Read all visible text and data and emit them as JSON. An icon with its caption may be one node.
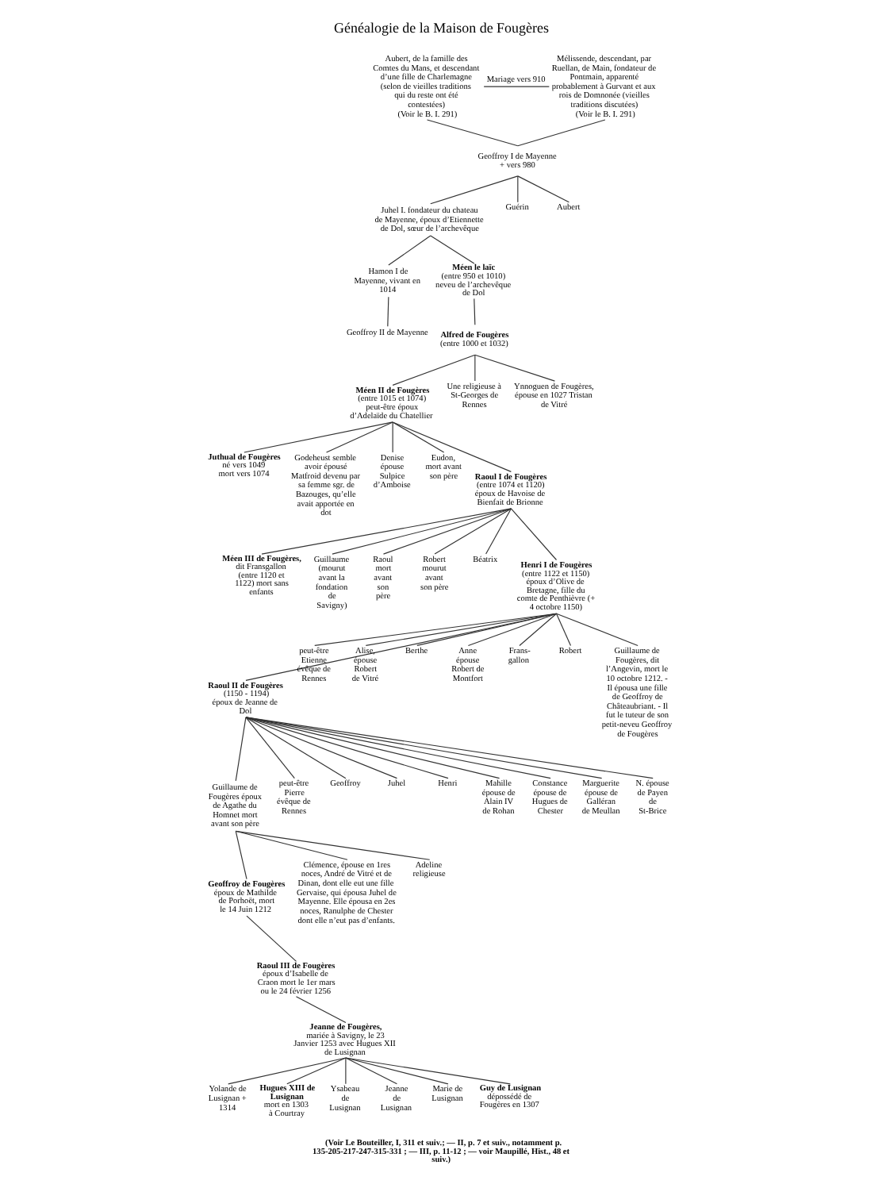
{
  "diagram": {
    "title": "Généalogie de la Maison de Fougères",
    "caption": "(Voir Le Bouteiller, I, 311 et suiv.; — II, p. 7 et suiv., notamment p. 135-205-217-247-315-331 ; — III, p. 11-12 ; — voir Maupillé, Hist., 48 et suiv.)",
    "nodes": [
      {
        "text": [
          "Aubert, de la famille des Comtes du Mans, et descendant d’une fille de Charlemagne (selon de vieilles traditions qui du reste ont été contestées)",
          "(Voir le B. I. 291)"
        ]
      },
      {
        "text": [
          "Mélissende, descendant, par Ruellan, de Main, fondateur de Pontmain, apparenté probablement à Gurvant et aux rois de Domnonée (vieilles traditions discutées)",
          "(Voir le B. I. 291)"
        ]
      },
      {
        "text": [
          "Geoffroy I de Mayenne + vers 980"
        ]
      },
      {
        "text": [
          "Juhel I. fondateur du chateau de Mayenne, époux d’Etiennette de Dol, sœur de l’archevêque"
        ]
      },
      {
        "text": [
          "Guérin"
        ]
      },
      {
        "text": [
          "Aubert"
        ]
      },
      {
        "text": [
          "Hamon I de Mayenne, vivant en 1014"
        ]
      },
      {
        "text": [
          "Méen le laïc",
          "(entre 950 et 1010) neveu de l’archevêque de Dol"
        ]
      },
      {
        "text": [
          "Geoffroy II de Mayenne"
        ]
      },
      {
        "text": [
          "Alfred de Fougères",
          "(entre 1000 et 1032)"
        ]
      },
      {
        "text": [
          "Méen II de Fougères",
          "(entre 1015 et 1074) peut-être époux d’Adelaïde du Chatellier"
        ]
      },
      {
        "text": [
          "Une religieuse à St-Georges de Rennes"
        ]
      },
      {
        "text": [
          "Ynnoguen de Fougères, épouse en 1027 Tristan de Vitré"
        ]
      },
      {
        "text": [
          "Juthual de Fougères",
          "né vers 1049 mort vers 1074"
        ]
      },
      {
        "text": [
          "Godeheust semble avoir épousé Matfroid devenu par sa femme sgr. de Bazouges, qu’elle avait apportée en dot"
        ]
      },
      {
        "text": [
          "Denise épouse Sulpice d’Amboise"
        ]
      },
      {
        "text": [
          "Eudon, mort avant son père"
        ]
      },
      {
        "text": [
          "Raoul I de Fougères",
          "(entre 1074 et 1120) époux de Havoise de Bienfait de Brionne"
        ]
      },
      {
        "text": [
          "Méen III de Fougères,",
          "dit Fransgallon (entre 1120 et 1122) mort sans enfants"
        ]
      },
      {
        "text": [
          "Guillaume (mourut avant la fondation de Savigny)"
        ]
      },
      {
        "text": [
          "Raoul mort avant son père"
        ]
      },
      {
        "text": [
          "Robert mourut avant son père"
        ]
      },
      {
        "text": [
          "Béatrix"
        ]
      },
      {
        "text": [
          "Henri I de Fougères",
          "(entre 1122 et 1150) époux d’Olive de Bretagne, fille du comte de Penthièvre (+ 4 octobre 1150)"
        ]
      },
      {
        "text": [
          "Raoul II de Fougères",
          "(1150 - 1194) époux de Jeanne de Dol"
        ]
      },
      {
        "text": [
          "peut-être Etienne évêque de Rennes"
        ]
      },
      {
        "text": [
          "Alise, épouse Robert de Vitré"
        ]
      },
      {
        "text": [
          "Berthe"
        ]
      },
      {
        "text": [
          "Anne épouse Robert de Montfort"
        ]
      },
      {
        "text": [
          "Frans- gallon"
        ]
      },
      {
        "text": [
          "Robert"
        ]
      },
      {
        "text": [
          "Guillaume de Fougères, dit l’Angevin, mort le 10 octobre 1212. - Il épousa une fille de Geoffroy de Châteaubriant. - Il fut le tuteur de son petit-neveu Geoffroy de Fougères"
        ]
      },
      {
        "text": [
          "Guillaume de Fougères époux de Agathe du Homnet mort avant son père"
        ]
      },
      {
        "text": [
          "peut-être Pierre évêque de Rennes"
        ]
      },
      {
        "text": [
          "Geoffroy"
        ]
      },
      {
        "text": [
          "Juhel"
        ]
      },
      {
        "text": [
          "Henri"
        ]
      },
      {
        "text": [
          "Mahille épouse de Alain IV de Rohan"
        ]
      },
      {
        "text": [
          "Constance épouse de Hugues de Chester"
        ]
      },
      {
        "text": [
          "Marguerite épouse de Galléran de Meullan"
        ]
      },
      {
        "text": [
          "N. épouse de Payen de St-Brice"
        ]
      },
      {
        "text": [
          "Geoffroy de Fougères",
          "époux de Mathilde de Porhoët, mort le 14 Juin 1212"
        ]
      },
      {
        "text": [
          "Clémence, épouse en 1res noces, André de Vitré et de Dinan, dont elle eut une fille Gervaise, qui épousa Juhel de Mayenne. Elle épousa en 2es noces, Ranulphe de Chester dont elle n’eut pas d’enfants."
        ]
      },
      {
        "text": [
          "Adeline religieuse"
        ]
      },
      {
        "text": [
          "Raoul III de Fougères",
          "époux d’Isabelle de Craon mort le 1er mars ou le 24 février 1256"
        ]
      },
      {
        "text": [
          "Jeanne de Fougères,",
          "mariée à Savigny, le 23 Janvier 1253 avec Hugues XII de Lusignan"
        ]
      },
      {
        "text": [
          "Yolande de Lusignan + 1314"
        ]
      },
      {
        "text": [
          "Hugues XIII de Lusignan",
          "mort en 1303 à Courtray"
        ]
      },
      {
        "text": [
          "Ysabeau de Lusignan"
        ]
      },
      {
        "text": [
          "Jeanne de Lusignan"
        ]
      },
      {
        "text": [
          "Marie de Lusignan"
        ]
      },
      {
        "text": [
          "Guy de Lusignan",
          "dépossédé de Fougères en 1307"
        ]
      }
    ],
    "edges": [
      {
        "from": 0,
        "to": 1,
        "arrow": "none",
        "label": "Mariage vers 910"
      },
      {
        "from": 0,
        "to": 2,
        "arrow": "none"
      },
      {
        "from": 1,
        "to": 2,
        "arrow": "none"
      },
      {
        "from": 2,
        "to": 3,
        "arrow": "none"
      },
      {
        "from": 2,
        "to": 4,
        "arrow": "none"
      },
      {
        "from": 2,
        "to": 5,
        "arrow": "none"
      },
      {
        "from": 3,
        "to": 6,
        "arrow": "none"
      },
      {
        "from": 3,
        "to": 7,
        "arrow": "none"
      },
      {
        "from": 6,
        "to": 8,
        "arrow": "none"
      },
      {
        "from": 7,
        "to": 9,
        "arrow": "none"
      },
      {
        "from": 9,
        "to": 10,
        "arrow": "none"
      },
      {
        "from": 9,
        "to": 11,
        "arrow": "none"
      },
      {
        "from": 9,
        "to": 12,
        "arrow": "none"
      },
      {
        "from": 10,
        "to": 13,
        "arrow": "none"
      },
      {
        "from": 10,
        "to": 14,
        "arrow": "none"
      },
      {
        "from": 10,
        "to": 15,
        "arrow": "none"
      },
      {
        "from": 10,
        "to": 16,
        "arrow": "none"
      },
      {
        "from": 10,
        "to": 17,
        "arrow": "none"
      },
      {
        "from": 17,
        "to": 18,
        "arrow": "none"
      },
      {
        "from": 17,
        "to": 19,
        "arrow": "none"
      },
      {
        "from": 17,
        "to": 20,
        "arrow": "none"
      },
      {
        "from": 17,
        "to": 21,
        "arrow": "none"
      },
      {
        "from": 17,
        "to": 22,
        "arrow": "none"
      },
      {
        "from": 17,
        "to": 23,
        "arrow": "none"
      },
      {
        "from": 23,
        "to": 24,
        "arrow": "none"
      },
      {
        "from": 23,
        "to": 25,
        "arrow": "none"
      },
      {
        "from": 23,
        "to": 26,
        "arrow": "none"
      },
      {
        "from": 23,
        "to": 27,
        "arrow": "none"
      },
      {
        "from": 23,
        "to": 28,
        "arrow": "none"
      },
      {
        "from": 23,
        "to": 29,
        "arrow": "none"
      },
      {
        "from": 23,
        "to": 30,
        "arrow": "none"
      },
      {
        "from": 23,
        "to": 31,
        "arrow": "none"
      },
      {
        "from": 24,
        "to": 32,
        "arrow": "none"
      },
      {
        "from": 24,
        "to": 33,
        "arrow": "none"
      },
      {
        "from": 24,
        "to": 34,
        "arrow": "none"
      },
      {
        "from": 24,
        "to": 35,
        "arrow": "none"
      },
      {
        "from": 24,
        "to": 36,
        "arrow": "none"
      },
      {
        "from": 24,
        "to": 37,
        "arrow": "none"
      },
      {
        "from": 24,
        "to": 38,
        "arrow": "none"
      },
      {
        "from": 24,
        "to": 39,
        "arrow": "none"
      },
      {
        "from": 24,
        "to": 40,
        "arrow": "none"
      },
      {
        "from": 32,
        "to": 41,
        "arrow": "none"
      },
      {
        "from": 32,
        "to": 42,
        "arrow": "none"
      },
      {
        "from": 32,
        "to": 43,
        "arrow": "none"
      },
      {
        "from": 41,
        "to": 44,
        "arrow": "none"
      },
      {
        "from": 44,
        "to": 45,
        "arrow": "none"
      },
      {
        "from": 45,
        "to": 46,
        "arrow": "none"
      },
      {
        "from": 45,
        "to": 47,
        "arrow": "none"
      },
      {
        "from": 45,
        "to": 48,
        "arrow": "none"
      },
      {
        "from": 45,
        "to": 49,
        "arrow": "none"
      },
      {
        "from": 45,
        "to": 50,
        "arrow": "none"
      },
      {
        "from": 45,
        "to": 51,
        "arrow": "none"
      }
    ]
  }
}
